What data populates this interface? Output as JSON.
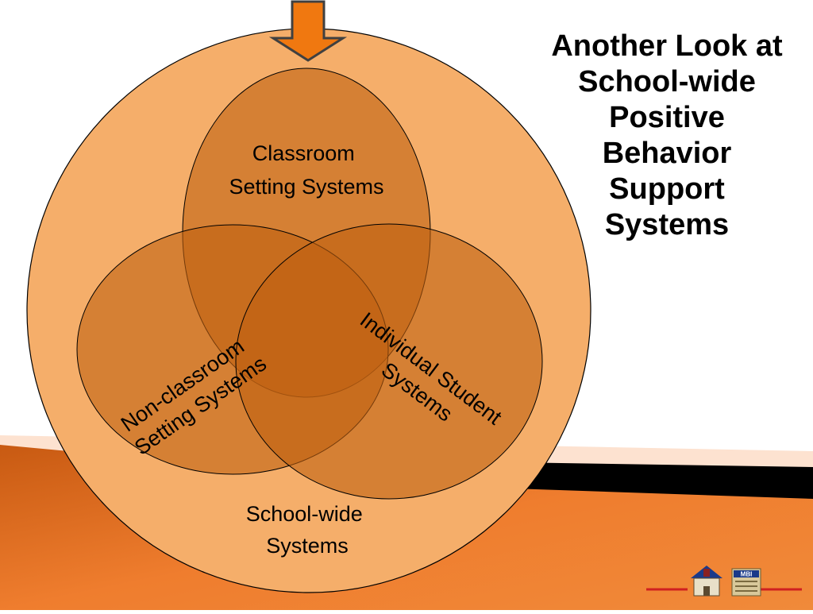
{
  "slide": {
    "title_lines": [
      "Another Look at",
      "School-wide",
      "Positive",
      "Behavior",
      "Support",
      "Systems"
    ]
  },
  "diagram": {
    "outer_circle": {
      "label_lines": [
        "School-wide",
        "Systems"
      ]
    },
    "top_ellipse": {
      "label_lines": [
        "Classroom",
        "Setting Systems"
      ]
    },
    "left_ellipse": {
      "label_lines": [
        "Non-classroom",
        "Setting Systems"
      ]
    },
    "right_ellipse": {
      "label_lines": [
        "Individual Student",
        "Systems"
      ]
    }
  },
  "logo": {
    "text": "MBI"
  },
  "colors": {
    "outer_fill": "#f5ae6a",
    "ellipse_fill": "#c06010",
    "arrow_fill": "#f07810",
    "arrow_stroke": "#404040",
    "stripe_orange": "#e06e1e",
    "stripe_black": "#000000",
    "stripe_peach": "#fde2d0"
  }
}
